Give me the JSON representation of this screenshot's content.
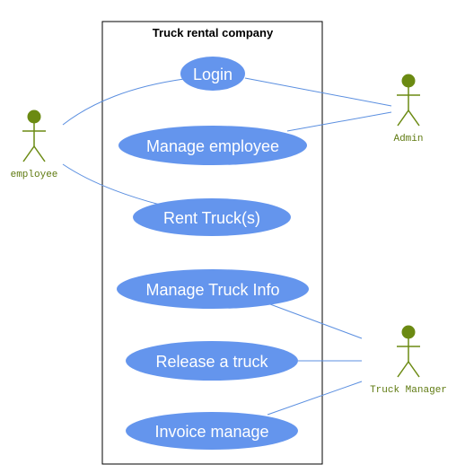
{
  "system": {
    "title": "Truck rental company"
  },
  "actors": {
    "employee": {
      "label": "employee"
    },
    "admin": {
      "label": "Admin"
    },
    "truck_manager": {
      "label": "Truck Manager"
    }
  },
  "use_cases": {
    "login": "Login",
    "manage_employee": "Manage employee",
    "rent_truck": "Rent Truck(s)",
    "manage_truck_info": "Manage Truck Info",
    "release_truck": "Release a truck",
    "invoice_manage": "Invoice manage"
  },
  "colors": {
    "use_case_fill": "#6495ed",
    "association_line": "#5b8fe0",
    "actor": "#6b8a12",
    "actor_text": "#5f7a10",
    "boundary": "#000000"
  }
}
